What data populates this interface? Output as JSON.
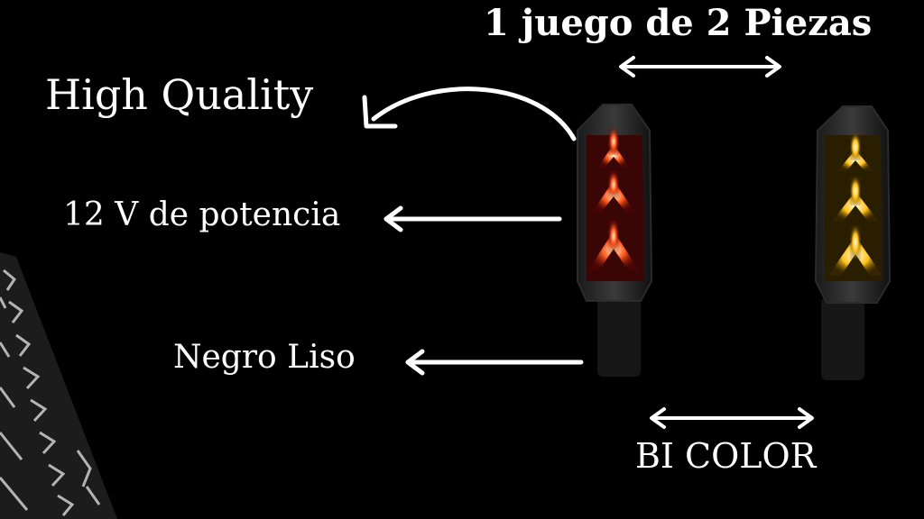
{
  "product": {
    "set_label": "1 juego de 2 Piezas",
    "quality_label": "High  Quality",
    "voltage_label": "12 V de potencia",
    "finish_label": "Negro Liso",
    "color_mode_label": "BI COLOR"
  },
  "colors": {
    "background": "#000000",
    "text": "#ffffff",
    "red_led": "#ff3a1a",
    "amber_led": "#ffc21a"
  },
  "icons": [
    "arrow-left-icon",
    "double-arrow-icon",
    "curved-arrow-icon"
  ]
}
